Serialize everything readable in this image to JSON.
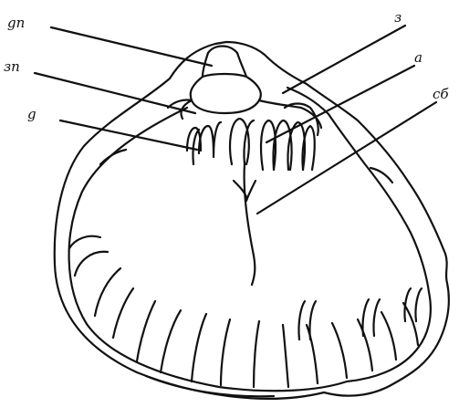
{
  "diagram": {
    "labels": {
      "gn": "gn",
      "zn": "зn",
      "g": "g",
      "z": "з",
      "a": "a",
      "sb": "cб"
    },
    "colors": {
      "ink": "#111111",
      "paper": "#ffffff"
    }
  }
}
